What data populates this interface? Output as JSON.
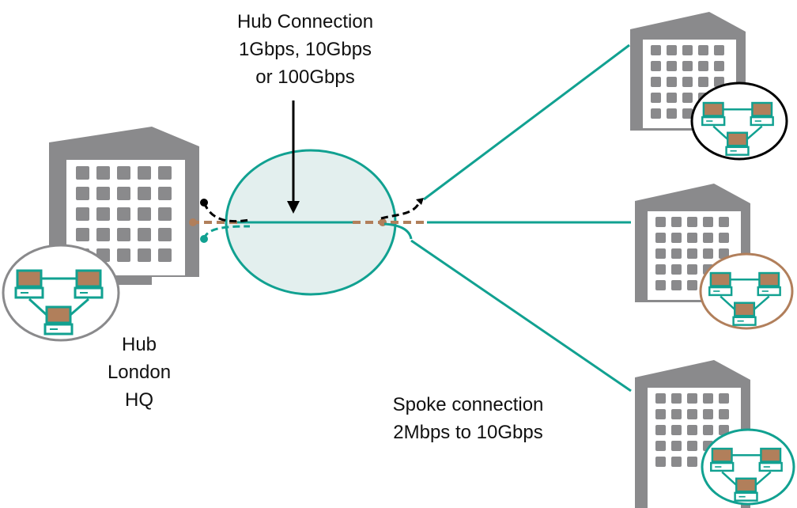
{
  "labels": {
    "hub_connection": [
      "Hub Connection",
      "1Gbps, 10Gbps",
      "or 100Gbps"
    ],
    "hub_site": [
      "Hub",
      "London",
      "HQ"
    ],
    "spoke_connection": [
      "Spoke connection",
      "2Mbps to 10Gbps"
    ]
  },
  "colors": {
    "building": "#8a8a8c",
    "window": "#8a8a8c",
    "teal": "#11a191",
    "brown": "#b17f5b",
    "cloud_fill": "#e3efee",
    "black": "#000000",
    "hub_lan_ring": "#8a8a8c",
    "spoke_top_ring": "#000000",
    "spoke_middle_ring": "#b17f5b",
    "spoke_bottom_ring": "#11a191"
  },
  "nodes": [
    "hub-building",
    "network-cloud",
    "spoke-building-top",
    "spoke-building-middle",
    "spoke-building-bottom"
  ]
}
